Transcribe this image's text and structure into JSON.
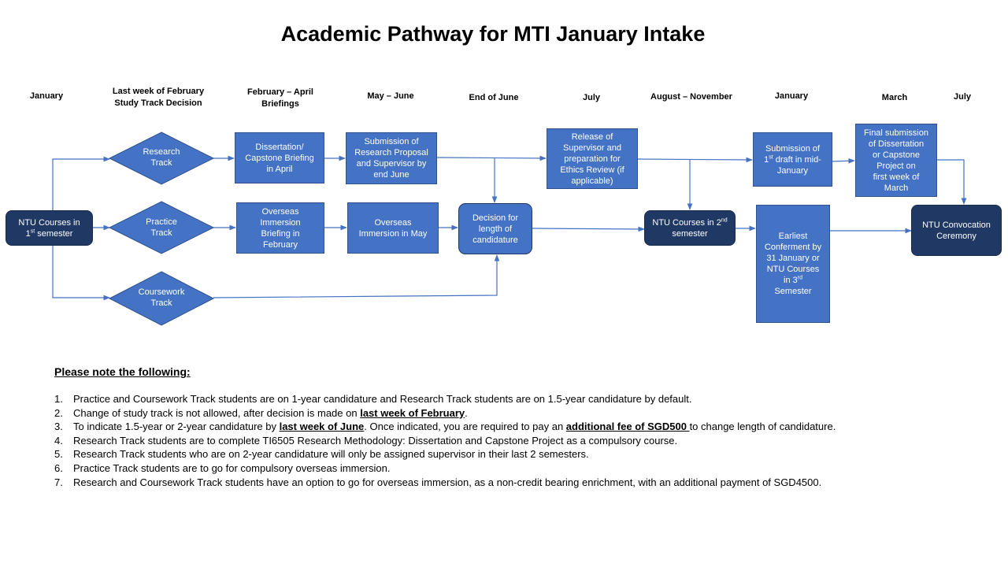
{
  "title": "Academic Pathway for MTI January Intake",
  "timeline": [
    "January",
    "Last week of February\nStudy Track Decision",
    "February – April\nBriefings",
    "May – June",
    "End of June",
    "July",
    "August – November",
    "January",
    "March",
    "July"
  ],
  "nodes": {
    "ntu_sem1": {
      "text": "NTU Courses in ",
      "sup": "st",
      "tail": " semester",
      "pre_sup": "1"
    },
    "research_track": "Research\nTrack",
    "practice_track": "Practice\nTrack",
    "coursework_track": "Coursework\nTrack",
    "dissertation_briefing": "Dissertation/\nCapstone Briefing\nin April",
    "overseas_briefing": "Overseas\nImmersion\nBriefing in\nFebruary",
    "submission_proposal": "Submission of\nResearch Proposal\nand Supervisor by\nend June",
    "overseas_may": "Overseas\nImmersion in May",
    "decision_length": "Decision for\nlength of\ncandidature",
    "release_supervisor": "Release of\nSupervisor and\npreparation for\nEthics Review (if\napplicable)",
    "ntu_sem2": {
      "text": "NTU Courses in 2",
      "sup": "nd",
      "tail": "semester"
    },
    "first_draft": {
      "line1": "Submission of",
      "pre": "1",
      "sup": "st",
      "tail": " draft in mid-",
      "line3": "January"
    },
    "earliest_conferment": {
      "lines": "Earliest\nConferment by\n31 January or\nNTU Courses\nin 3",
      "sup": "rd",
      "tail": "Semester"
    },
    "final_submission": "Final submission\nof Dissertation\nor Capstone\nProject on\nfirst week of\nMarch",
    "convocation": "NTU Convocation\nCeremony"
  },
  "notes": {
    "heading": "Please note the following:",
    "items": [
      {
        "n": "1.",
        "parts": [
          {
            "t": "Practice and Coursework Track students are on 1-year candidature and Research Track students are on 1.5-year candidature by default."
          }
        ]
      },
      {
        "n": "2.",
        "parts": [
          {
            "t": "Change of study track is not allowed, after decision is made on "
          },
          {
            "t": "last week of February",
            "em": true
          },
          {
            "t": "."
          }
        ]
      },
      {
        "n": "3.",
        "parts": [
          {
            "t": "To indicate 1.5-year or 2-year candidature by "
          },
          {
            "t": "last week of June",
            "em": true
          },
          {
            "t": ". Once indicated, you are required to pay an "
          },
          {
            "t": "additional fee of SGD500 ",
            "em": true
          },
          {
            "t": "to change length of candidature."
          }
        ]
      },
      {
        "n": "4.",
        "parts": [
          {
            "t": "Research Track students are to complete TI6505 Research Methodology: Dissertation and Capstone Project as a compulsory course."
          }
        ]
      },
      {
        "n": "5.",
        "parts": [
          {
            "t": "Research Track students who are on 2-year candidature will only be assigned supervisor in their last 2 semesters."
          }
        ]
      },
      {
        "n": "6.",
        "parts": [
          {
            "t": "Practice Track students are to go for compulsory overseas immersion."
          }
        ]
      },
      {
        "n": "7.",
        "parts": [
          {
            "t": "Research and Coursework Track students have an option to go for overseas immersion, as a non-credit bearing enrichment, with an additional payment of SGD4500."
          }
        ]
      }
    ]
  }
}
